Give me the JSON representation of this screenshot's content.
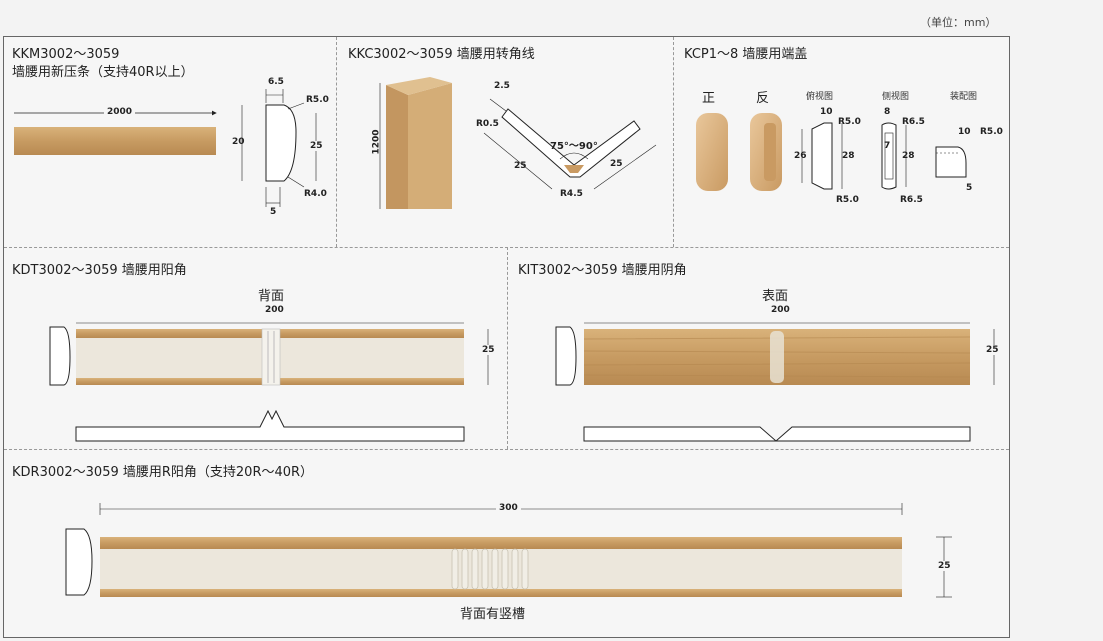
{
  "unit_label": "（单位：mm）",
  "sections": {
    "kkm": {
      "code": "KKM3002～3059",
      "name": "墙腰用新压条（支持40R以上）",
      "dims": {
        "length": "2000",
        "top": "6.5",
        "r_top": "R5.0",
        "left": "20",
        "right": "25",
        "r_bottom": "R4.0",
        "bottom": "5"
      }
    },
    "kkc": {
      "code": "KKC3002～3059 墙腰用转角线",
      "dims": {
        "height": "1200",
        "top": "2.5",
        "r": "R0.5",
        "angle": "75°～90°",
        "left": "25",
        "right": "25",
        "r_bottom": "R4.5"
      }
    },
    "kcp": {
      "code": "KCP1～8 墙腰用端盖",
      "labels": {
        "front": "正",
        "back": "反",
        "top_view": "俯视图",
        "side_view": "侧视图",
        "assembly": "装配图"
      },
      "dims": {
        "tv_w": "10",
        "tv_r": "R5.0",
        "tv_h1": "26",
        "tv_h2": "28",
        "tv_r2": "R5.0",
        "sv_w": "8",
        "sv_r": "R6.5",
        "sv_in": "7",
        "sv_h": "28",
        "sv_r2": "R6.5",
        "as_w": "10",
        "as_r": "R5.0",
        "as_b": "5"
      }
    },
    "kdt": {
      "code": "KDT3002～3059 墙腰用阳角",
      "face": "背面",
      "length": "200",
      "height": "25"
    },
    "kit": {
      "code": "KIT3002～3059 墙腰用阴角",
      "face": "表面",
      "length": "200",
      "height": "25"
    },
    "kdr": {
      "code": "KDR3002～3059 墙腰用R阳角（支持20R～40R）",
      "length": "300",
      "height": "25",
      "note": "背面有竖槽"
    }
  },
  "colors": {
    "wood": "#c9a06a",
    "wood_dark": "#a8773f",
    "cream": "#ece7dc",
    "cap": "#d8b283"
  }
}
